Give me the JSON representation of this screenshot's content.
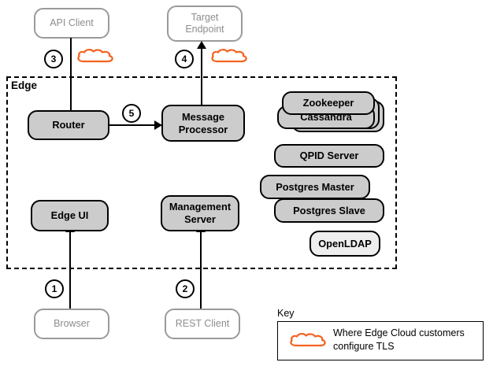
{
  "diagram": {
    "container": {
      "label": "Edge"
    },
    "external_nodes": [
      {
        "id": "api-client",
        "label": "API Client"
      },
      {
        "id": "target-endpoint",
        "label": "Target Endpoint",
        "line1": "Target",
        "line2": "Endpoint"
      },
      {
        "id": "browser",
        "label": "Browser"
      },
      {
        "id": "rest-client",
        "label": "REST Client"
      }
    ],
    "edge_components": [
      {
        "id": "router",
        "label": "Router"
      },
      {
        "id": "message-processor",
        "label": "Message Processor",
        "line1": "Message",
        "line2": "Processor"
      },
      {
        "id": "edge-ui",
        "label": "Edge UI"
      },
      {
        "id": "management-server",
        "label": "Management Server",
        "line1": "Management",
        "line2": "Server"
      },
      {
        "id": "zookeeper",
        "label": "Zookeeper"
      },
      {
        "id": "cassandra",
        "label": "Cassandra"
      },
      {
        "id": "qpid-server",
        "label": "QPID Server"
      },
      {
        "id": "postgres-master",
        "label": "Postgres Master"
      },
      {
        "id": "postgres-slave",
        "label": "Postgres Slave"
      },
      {
        "id": "openldap",
        "label": "OpenLDAP"
      }
    ],
    "steps": [
      {
        "id": "step-1",
        "number": "1"
      },
      {
        "id": "step-2",
        "number": "2"
      },
      {
        "id": "step-3",
        "number": "3"
      },
      {
        "id": "step-4",
        "number": "4"
      },
      {
        "id": "step-5",
        "number": "5"
      }
    ],
    "key": {
      "title": "Key",
      "entry_text": "Where Edge Cloud customers configure TLS"
    },
    "colors": {
      "cloud_outline": "#f4621f",
      "component_fill": "#cccccc",
      "component_fill_light": "#eeeeee",
      "external_outline": "#9a9a9a",
      "external_text": "#8d8d8d",
      "line": "#000000"
    }
  }
}
